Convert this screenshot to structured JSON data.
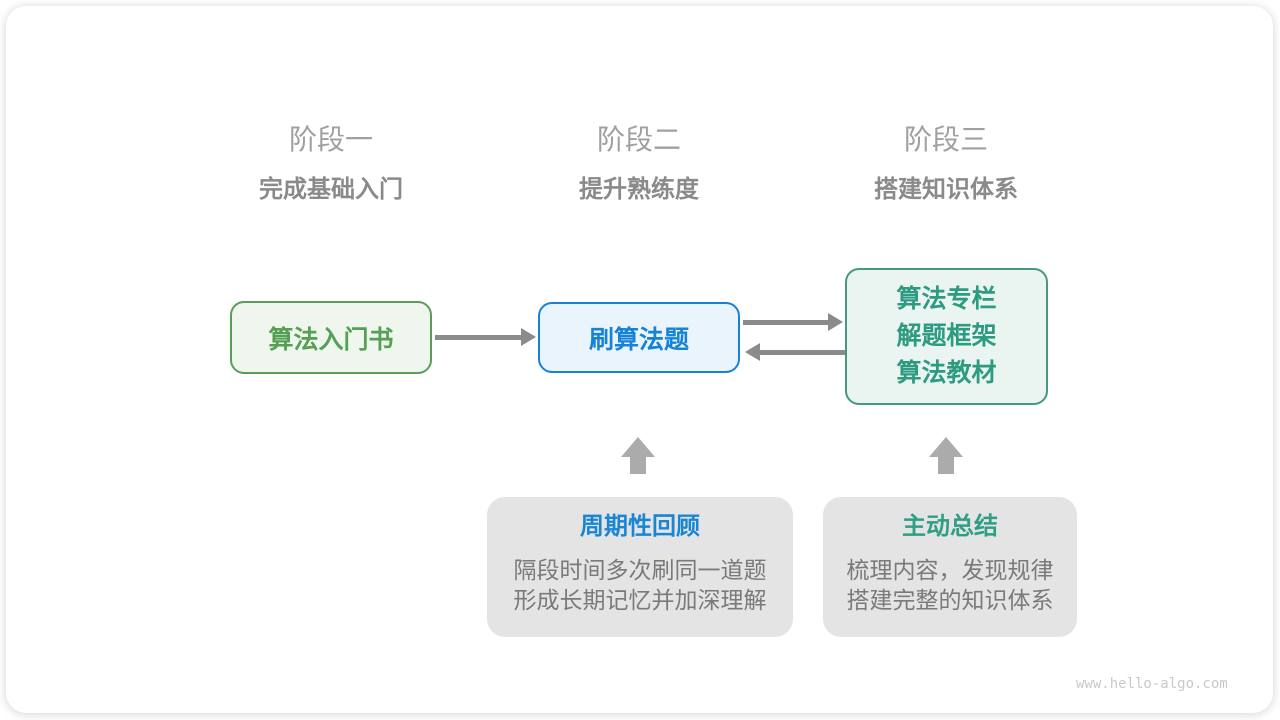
{
  "card": {
    "watermark": "www.hello-algo.com"
  },
  "stages": [
    {
      "label": "阶段一",
      "subtitle": "完成基础入门"
    },
    {
      "label": "阶段二",
      "subtitle": "提升熟练度"
    },
    {
      "label": "阶段三",
      "subtitle": "搭建知识体系"
    }
  ],
  "flow": {
    "stage1_box": {
      "label": "算法入门书"
    },
    "stage2_box": {
      "label": "刷算法题"
    },
    "stage3_box": {
      "lines": [
        "算法专栏",
        "解题框架",
        "算法教材"
      ]
    }
  },
  "callouts": [
    {
      "title": "周期性回顾",
      "lines": [
        "隔段时间多次刷同一道题",
        "形成长期记忆并加深理解"
      ]
    },
    {
      "title": "主动总结",
      "lines": [
        "梳理内容，发现规律",
        "搭建完整的知识体系"
      ]
    }
  ],
  "colors": {
    "stage1_accent": "#55a055",
    "stage1_border": "#5d9c58",
    "stage1_fill": "#eff6ee",
    "stage2_accent": "#1583d8",
    "stage2_border": "#1a80d6",
    "stage2_fill": "#e9f4fd",
    "stage3_accent": "#2d9b81",
    "stage3_border": "#46997f",
    "stage3_fill": "#eaf4f0",
    "arrow_gray": "#8b8b8b",
    "up_arrow_gray": "#ababab",
    "callout_bg": "#e4e4e4",
    "header_gray": "#a0a0a0",
    "subtitle_gray": "#8a8a8a",
    "body_gray": "#7a7a7a",
    "watermark_gray": "#c9c9c9"
  }
}
